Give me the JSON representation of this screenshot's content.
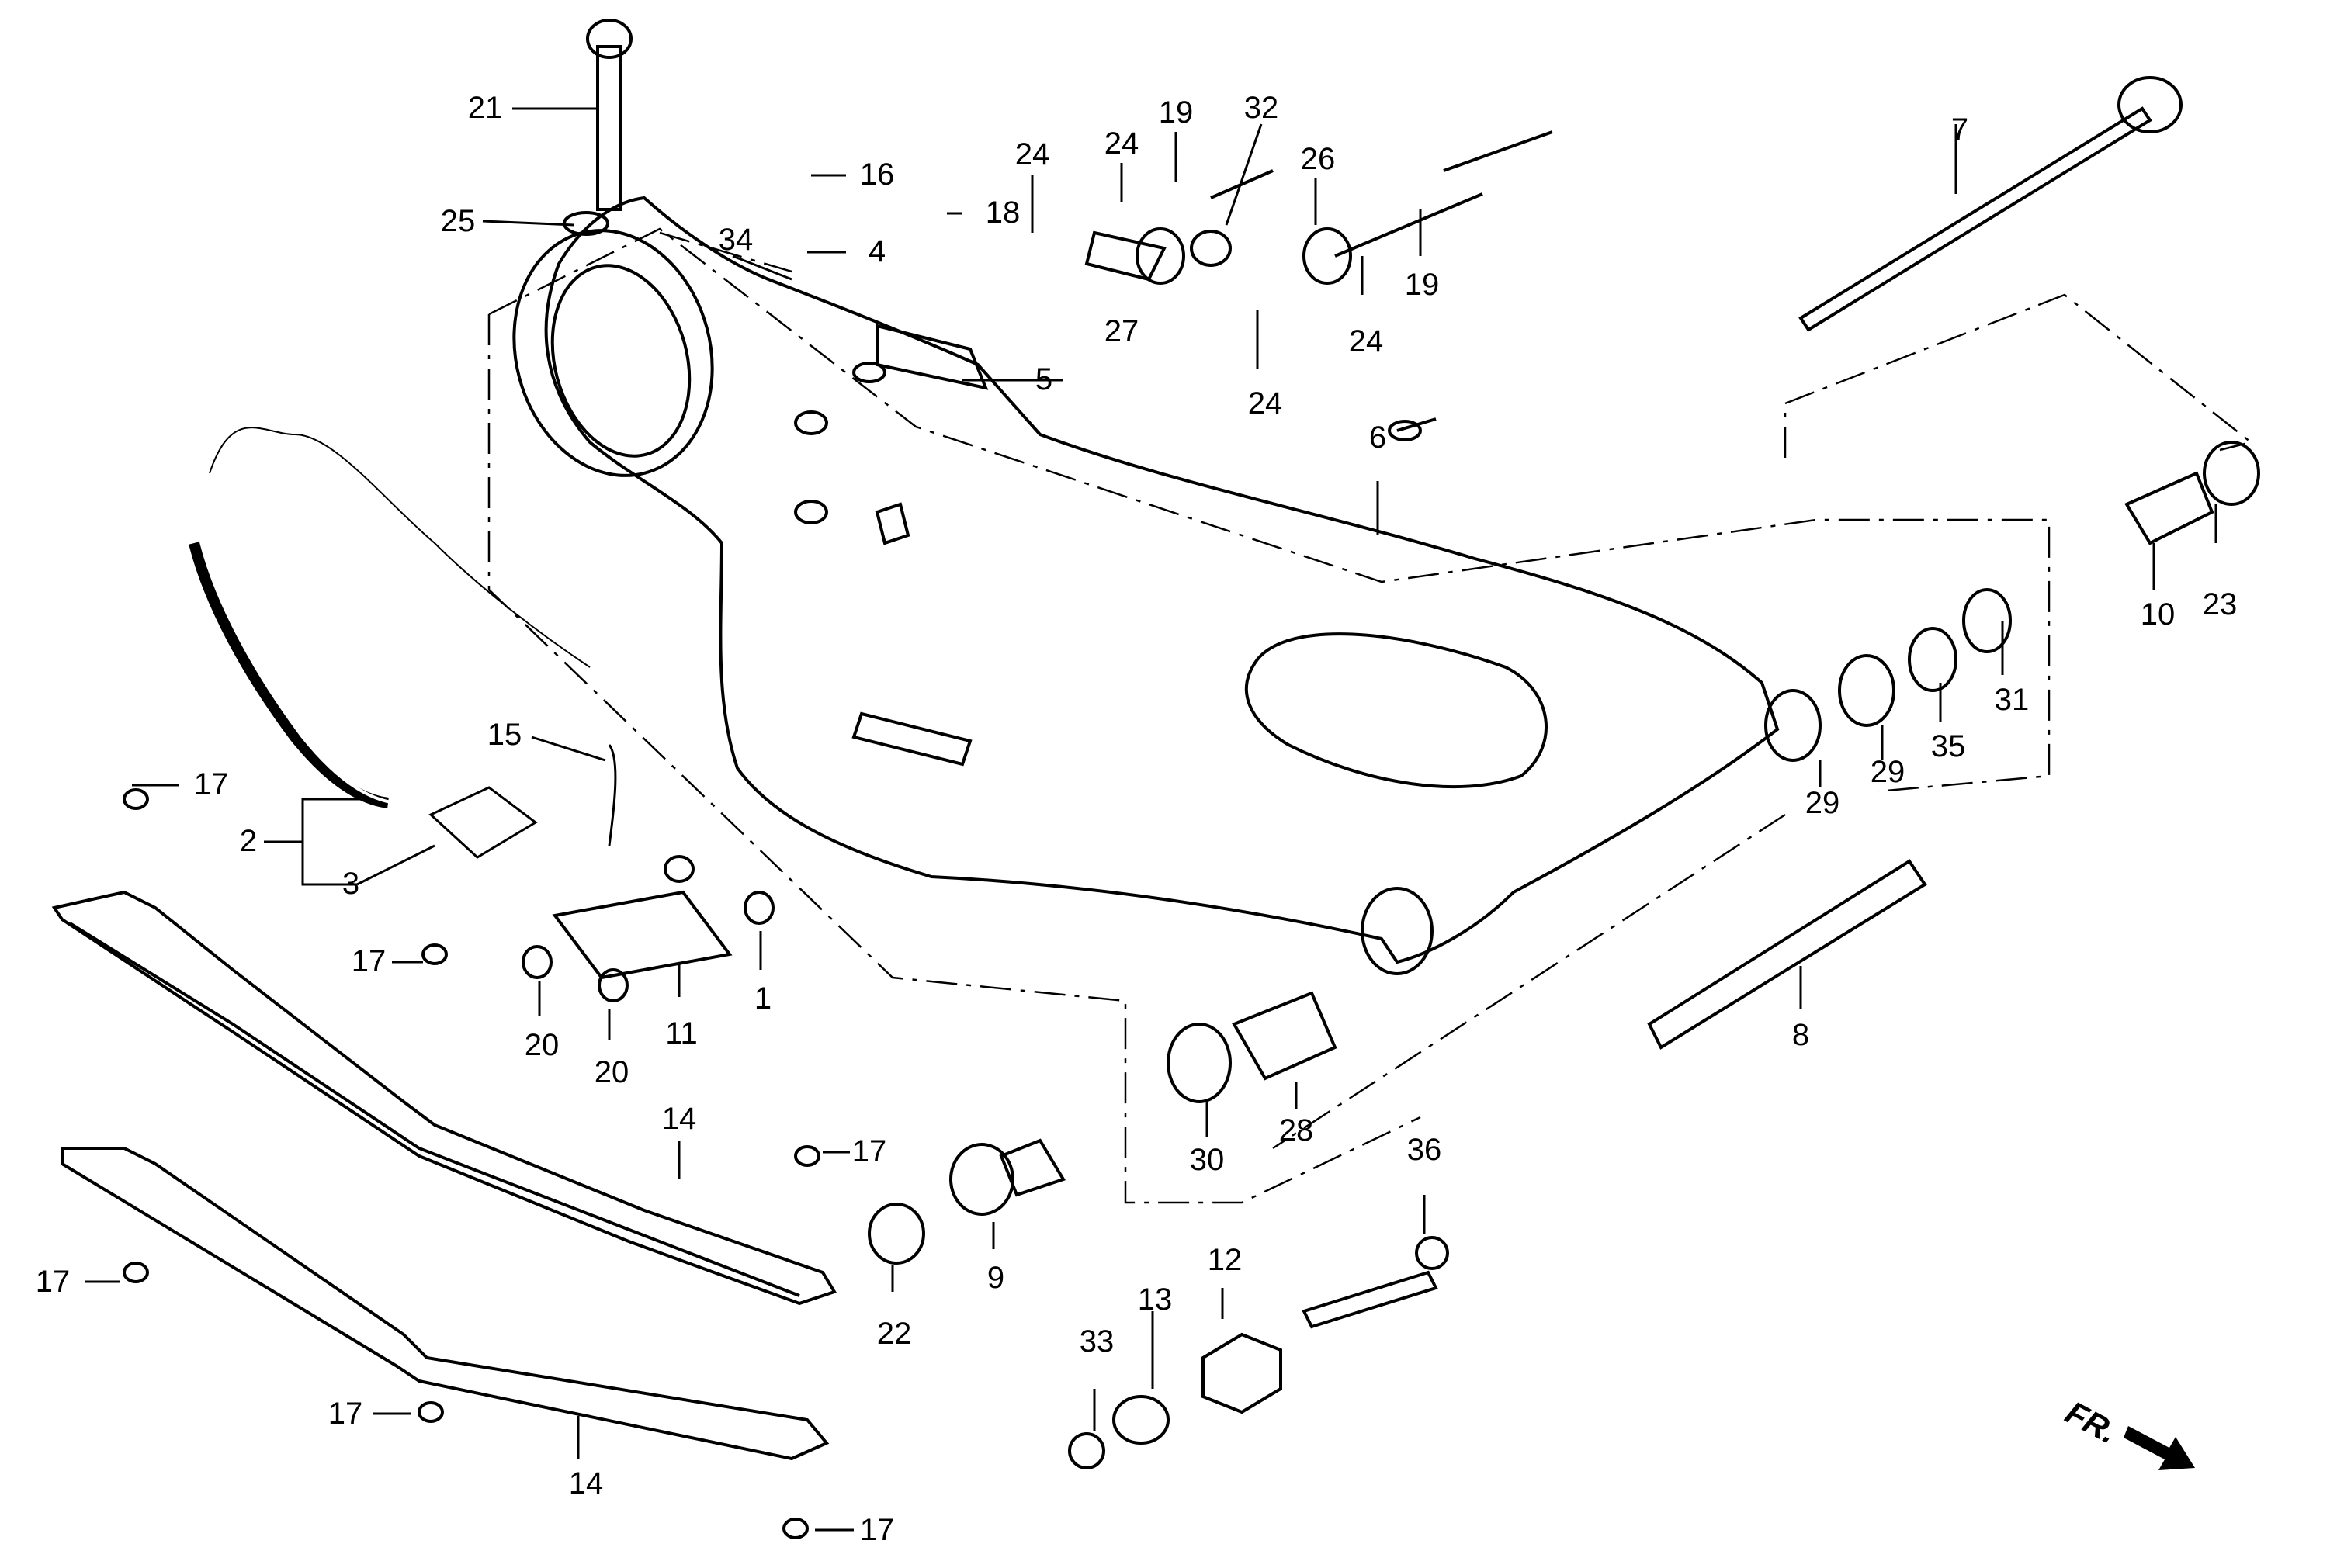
{
  "diagram": {
    "orientation_label": "FR.",
    "callouts": [
      "21",
      "25",
      "16",
      "4",
      "34",
      "18",
      "24",
      "24",
      "19",
      "32",
      "26",
      "27",
      "24",
      "19",
      "24",
      "5",
      "7",
      "6",
      "10",
      "23",
      "15",
      "17",
      "2",
      "3",
      "31",
      "35",
      "29",
      "29",
      "17",
      "20",
      "20",
      "11",
      "1",
      "14",
      "17",
      "9",
      "22",
      "30",
      "28",
      "8",
      "36",
      "14",
      "12",
      "13",
      "33",
      "17",
      "17",
      "17"
    ]
  }
}
